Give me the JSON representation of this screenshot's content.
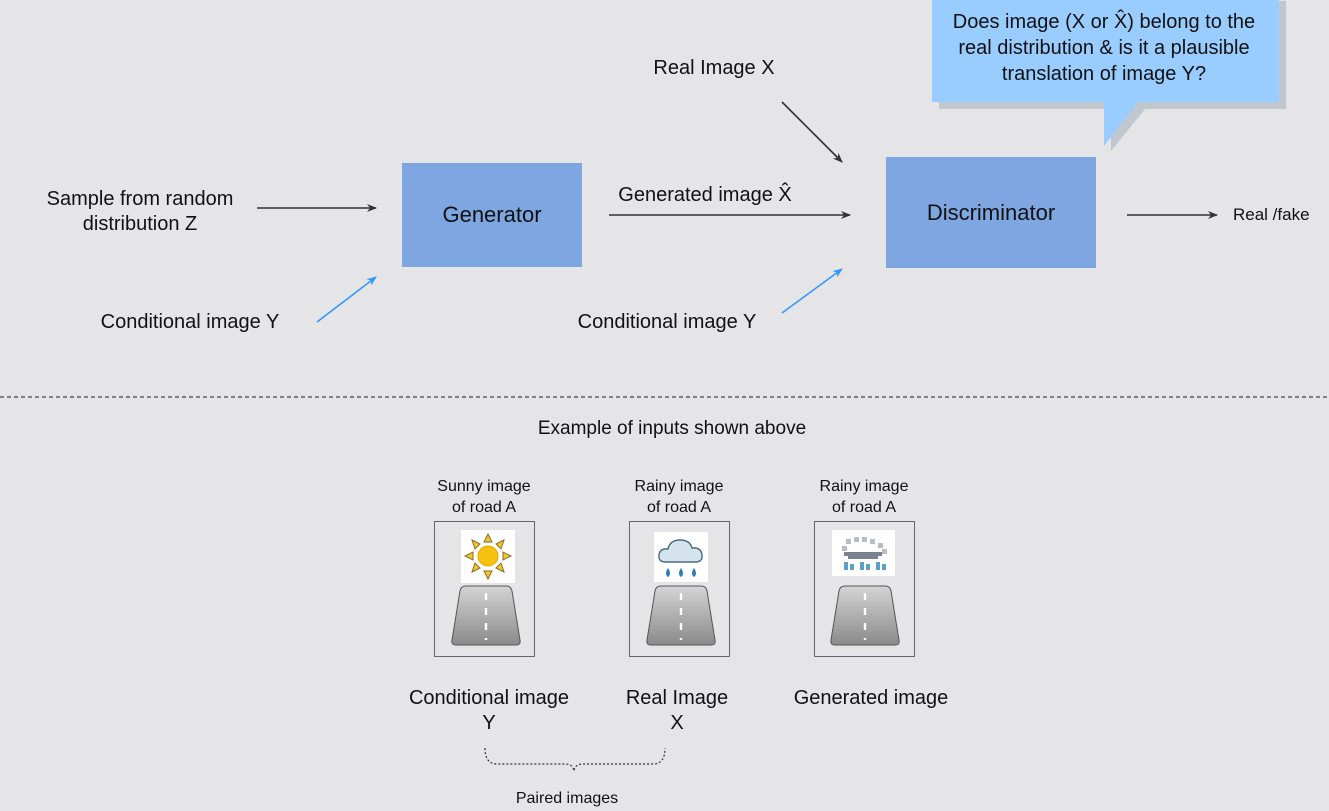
{
  "top": {
    "sample_label_line1": "Sample from random",
    "sample_label_line2": "distribution Z",
    "conditional_left": "Conditional image Y",
    "conditional_mid": "Conditional image Y",
    "generator": "Generator",
    "discriminator": "Discriminator",
    "real_image_label": "Real Image X",
    "generated_label": "Generated image X̂",
    "output_label": "Real /fake",
    "callout_line1": "Does image (X or X̂) belong to the",
    "callout_line2": "real distribution & is it a plausible",
    "callout_line3": "translation of image Y?"
  },
  "bottom": {
    "section_title": "Example of inputs shown above",
    "examples": [
      {
        "caption_line1": "Sunny image",
        "caption_line2": "of road A",
        "label_line1": "Conditional image",
        "label_line2": "Y",
        "weather_icon": "sun-icon"
      },
      {
        "caption_line1": "Rainy image",
        "caption_line2": "of road A",
        "label_line1": "Real Image",
        "label_line2": "X",
        "weather_icon": "rain-cloud-icon"
      },
      {
        "caption_line1": "Rainy image",
        "caption_line2": "of road A",
        "label_line1": "Generated image",
        "label_line2": "",
        "weather_icon": "pixelated-rain-cloud-icon"
      }
    ],
    "paired_label": "Paired images"
  },
  "colors": {
    "box": "#7ea6e0",
    "callout": "#99ccff",
    "blue_arrow": "#3399ff",
    "dark_arrow": "#333333",
    "background": "#e5e5e7"
  }
}
